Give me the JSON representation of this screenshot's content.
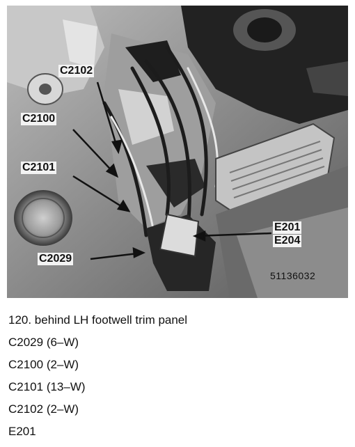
{
  "figure": {
    "callouts": {
      "c2102": "C2102",
      "c2100": "C2100",
      "c2101": "C2101",
      "c2029": "C2029",
      "e201": "E201",
      "e204": "E204"
    },
    "figure_number": "51136032"
  },
  "caption": {
    "title": "120. behind LH footwell trim panel",
    "items": [
      "C2029 (6–W)",
      "C2100 (2–W)",
      "C2101 (13–W)",
      "C2102 (2–W)",
      "E201"
    ]
  }
}
